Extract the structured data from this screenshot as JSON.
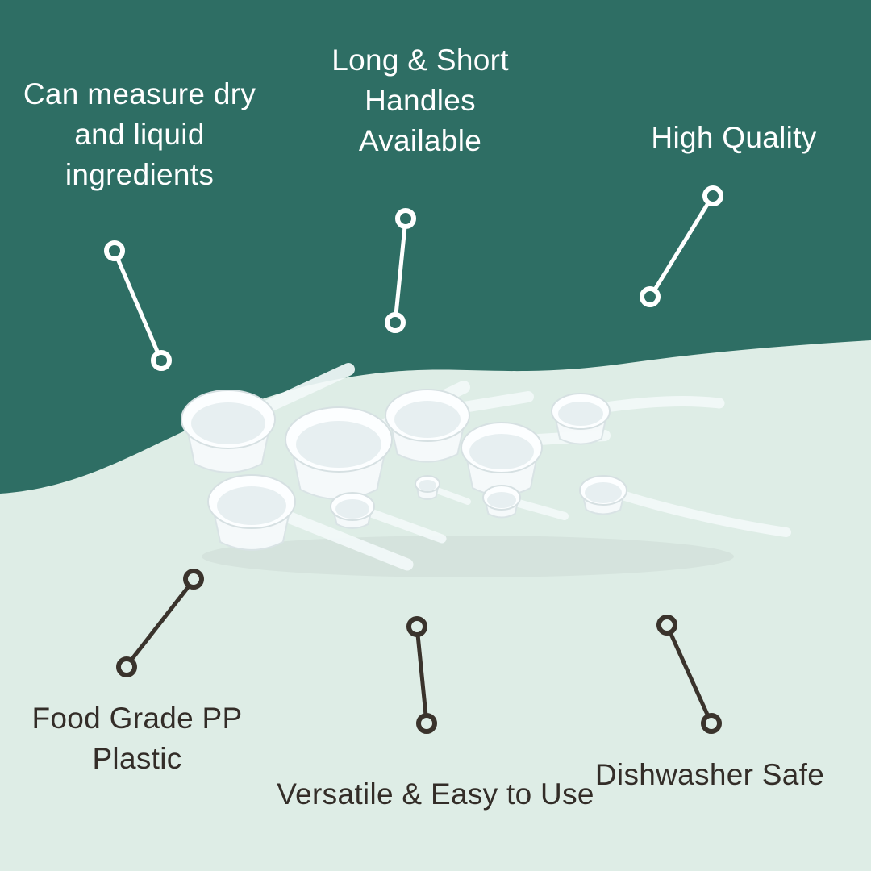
{
  "palette": {
    "teal": "#2e6e64",
    "mint": "#deede6",
    "light_text": "#ffffff",
    "dark_text": "#332d28",
    "line_light": "#ffffff",
    "line_dark": "#3a332c"
  },
  "callouts": {
    "top_left": {
      "label": "Can measure dry and liquid ingredients"
    },
    "top_center": {
      "label": "Long & Short Handles Available"
    },
    "top_right": {
      "label": "High Quality"
    },
    "bottom_left": {
      "label": "Food Grade PP Plastic"
    },
    "bottom_center": {
      "label": "Versatile & Easy to Use"
    },
    "bottom_right": {
      "label": "Dishwasher Safe"
    }
  }
}
